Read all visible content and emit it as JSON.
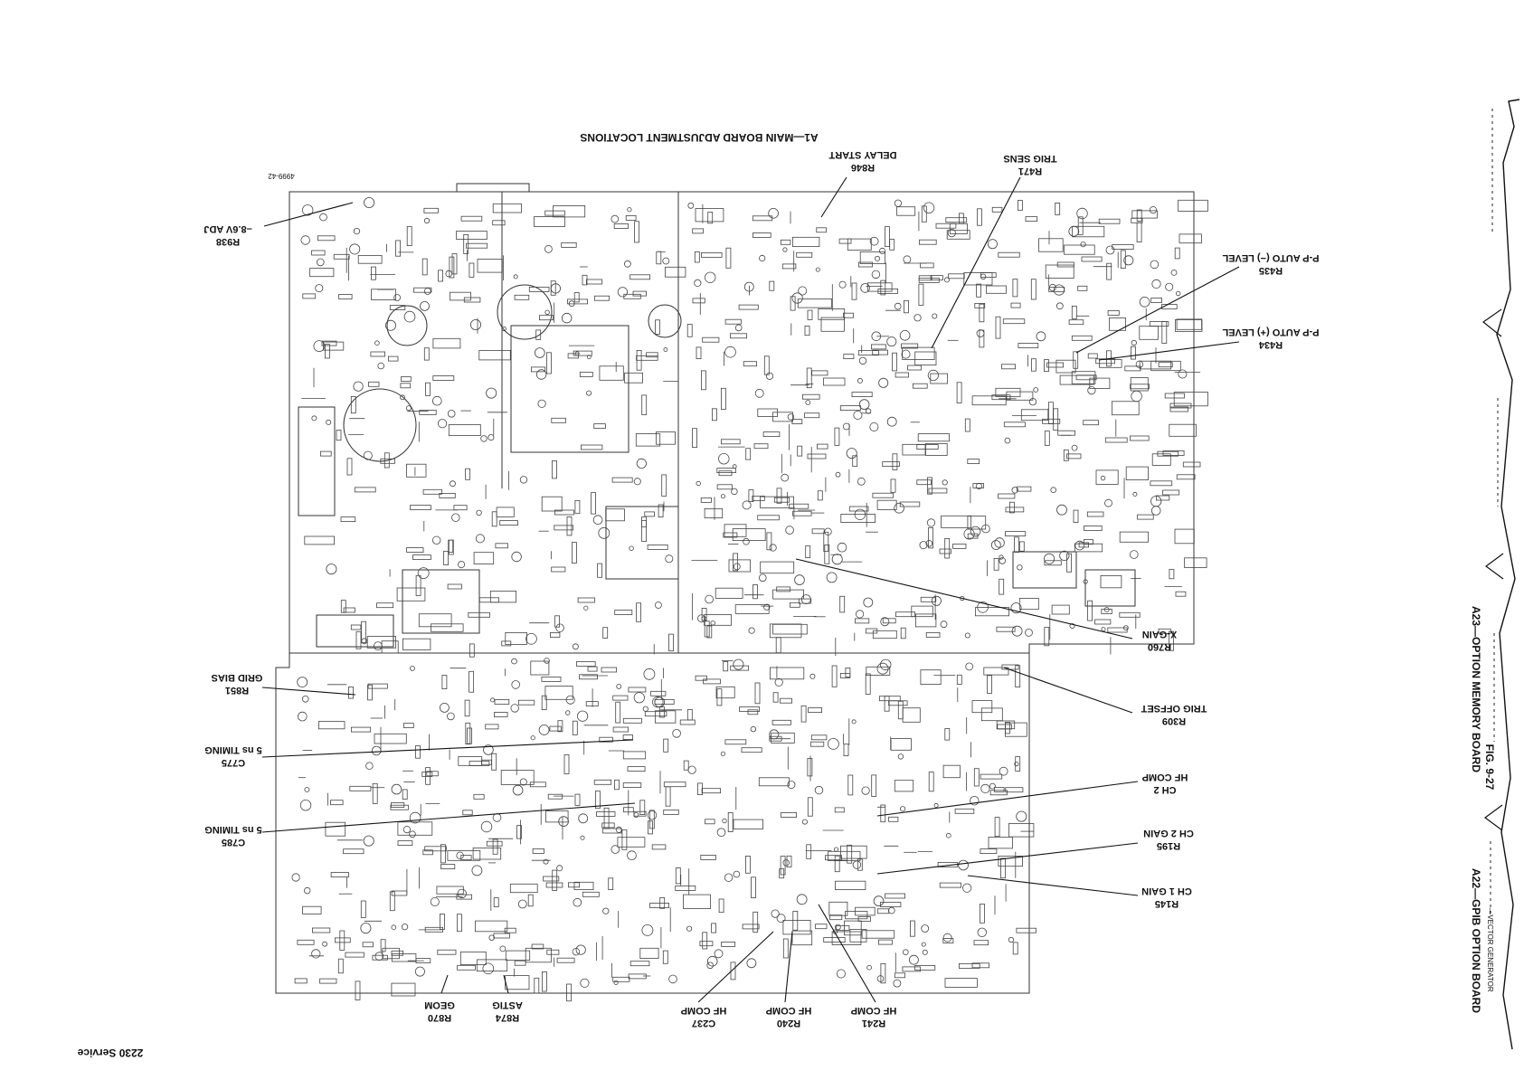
{
  "figure_title": "A1—MAIN BOARD ADJUSTMENT LOCATIONS",
  "drawing_number": "4999-42",
  "page_label": "2230 Service",
  "labels": [
    {
      "id": "r938",
      "ref": "R938",
      "desc": "–8.6V ADJ"
    },
    {
      "id": "r846",
      "ref": "R846",
      "desc": "DELAY START"
    },
    {
      "id": "r471",
      "ref": "R471",
      "desc": "TRIG SENS"
    },
    {
      "id": "r435",
      "ref": "R435",
      "desc": "P-P AUTO (−) LEVEL"
    },
    {
      "id": "r434",
      "ref": "R434",
      "desc": "P-P AUTO (+) LEVEL"
    },
    {
      "id": "r760",
      "ref": "R760",
      "desc": "X-GAIN"
    },
    {
      "id": "r309",
      "ref": "R309",
      "desc": "TRIG OFFSET"
    },
    {
      "id": "ch2hf",
      "ref": "CH 2",
      "desc": "HF COMP"
    },
    {
      "id": "r195",
      "ref": "R195",
      "desc": "CH 2 GAIN"
    },
    {
      "id": "r145",
      "ref": "R145",
      "desc": "CH 1 GAIN"
    },
    {
      "id": "r851",
      "ref": "R851",
      "desc": "GRID BIAS"
    },
    {
      "id": "c775",
      "ref": "C775",
      "desc": "5 ns TIMING"
    },
    {
      "id": "c785",
      "ref": "C785",
      "desc": "5 ns TIMING"
    },
    {
      "id": "r870",
      "ref": "R870",
      "desc": "GEOM"
    },
    {
      "id": "r874",
      "ref": "R874",
      "desc": "ASTIG"
    },
    {
      "id": "c237",
      "ref": "C237",
      "desc": "HF COMP"
    },
    {
      "id": "r240",
      "ref": "R240",
      "desc": "HF COMP"
    },
    {
      "id": "r241",
      "ref": "R241",
      "desc": "HF COMP"
    }
  ],
  "side_labels": [
    {
      "id": "s1",
      "text": "A23—OPTION MEMORY BOARD"
    },
    {
      "id": "s2",
      "text": "FIG. 9-27"
    },
    {
      "id": "s3",
      "text": "A22—GPIB OPTION BOARD"
    },
    {
      "id": "s4",
      "text": "—VECTOR GENERATOR"
    }
  ]
}
